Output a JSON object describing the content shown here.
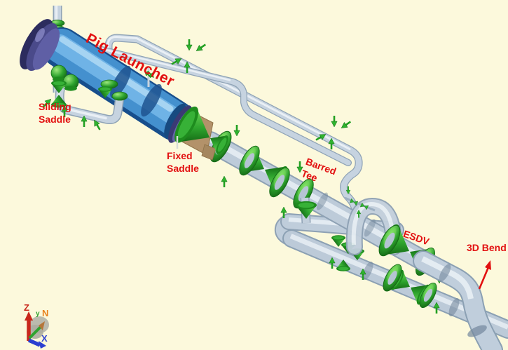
{
  "labels": {
    "pig_launcher": "Pig Launcher",
    "sliding_saddle": [
      "Sliding",
      "Saddle"
    ],
    "fixed_saddle": [
      "Fixed",
      "Saddle"
    ],
    "barred_tee": [
      "Barred",
      "Tee"
    ],
    "esdv": "ESDV",
    "bend_3d": "3D Bend"
  },
  "axis_triad": {
    "z": "Z",
    "n": "N",
    "x": "X",
    "y": "y"
  },
  "colors": {
    "background": "#FCF9DC",
    "label_red": "#E21010",
    "pipe_steel": "#C2D0DE",
    "pipe_edge": "#8FA3B6",
    "vessel_blue": "#4490CE",
    "closure_navy": "#44447E",
    "valve_green": "#2DA32D",
    "saddle_tan": "#B3926A",
    "axis_z_red": "#C8281C",
    "axis_x_blue": "#2B3FD0",
    "axis_n_orange": "#E8821E",
    "axis_y_green": "#2FA32F"
  }
}
